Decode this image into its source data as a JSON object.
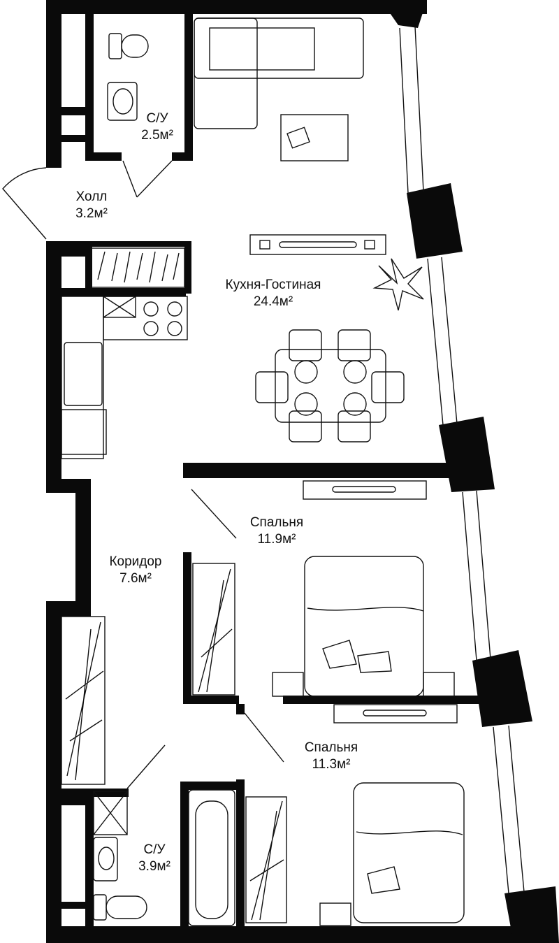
{
  "colors": {
    "wall": "#0a0a0a",
    "line": "#111111",
    "background": "#ffffff"
  },
  "rooms": [
    {
      "name": "С/У",
      "area": "2.5м²"
    },
    {
      "name": "Холл",
      "area": "3.2м²"
    },
    {
      "name": "Кухня-Гостиная",
      "area": "24.4м²"
    },
    {
      "name": "Спальня",
      "area": "11.9м²"
    },
    {
      "name": "Коридор",
      "area": "7.6м²"
    },
    {
      "name": "Спальня",
      "area": "11.3м²"
    },
    {
      "name": "С/У",
      "area": "3.9м²"
    }
  ]
}
